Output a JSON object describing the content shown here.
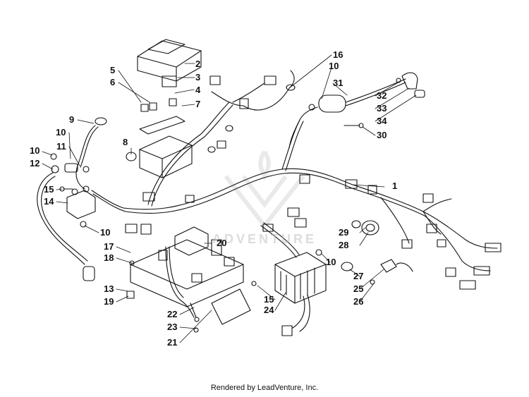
{
  "diagram": {
    "callouts": [
      {
        "id": "c2",
        "text": "2"
      },
      {
        "id": "c3",
        "text": "3"
      },
      {
        "id": "c4",
        "text": "4"
      },
      {
        "id": "c5",
        "text": "5"
      },
      {
        "id": "c6",
        "text": "6"
      },
      {
        "id": "c7",
        "text": "7"
      },
      {
        "id": "c8",
        "text": "8"
      },
      {
        "id": "c9",
        "text": "9"
      },
      {
        "id": "c10a",
        "text": "10"
      },
      {
        "id": "c10b",
        "text": "10"
      },
      {
        "id": "c10c",
        "text": "10"
      },
      {
        "id": "c10d",
        "text": "10"
      },
      {
        "id": "c10e",
        "text": "10"
      },
      {
        "id": "c11",
        "text": "11"
      },
      {
        "id": "c12",
        "text": "12"
      },
      {
        "id": "c13",
        "text": "13"
      },
      {
        "id": "c14",
        "text": "14"
      },
      {
        "id": "c15a",
        "text": "15"
      },
      {
        "id": "c15b",
        "text": "15"
      },
      {
        "id": "c16",
        "text": "16"
      },
      {
        "id": "c17",
        "text": "17"
      },
      {
        "id": "c18",
        "text": "18"
      },
      {
        "id": "c19",
        "text": "19"
      },
      {
        "id": "c20",
        "text": "20"
      },
      {
        "id": "c21",
        "text": "21"
      },
      {
        "id": "c22",
        "text": "22"
      },
      {
        "id": "c23",
        "text": "23"
      },
      {
        "id": "c24",
        "text": "24"
      },
      {
        "id": "c25",
        "text": "25"
      },
      {
        "id": "c26",
        "text": "26"
      },
      {
        "id": "c27",
        "text": "27"
      },
      {
        "id": "c28",
        "text": "28"
      },
      {
        "id": "c29",
        "text": "29"
      },
      {
        "id": "c30",
        "text": "30"
      },
      {
        "id": "c31",
        "text": "31"
      },
      {
        "id": "c32",
        "text": "32"
      },
      {
        "id": "c33",
        "text": "33"
      },
      {
        "id": "c34",
        "text": "34"
      },
      {
        "id": "c1",
        "text": "1"
      }
    ],
    "watermark_text": "ADVENTURE",
    "footer": "Rendered by LeadVenture, Inc."
  }
}
